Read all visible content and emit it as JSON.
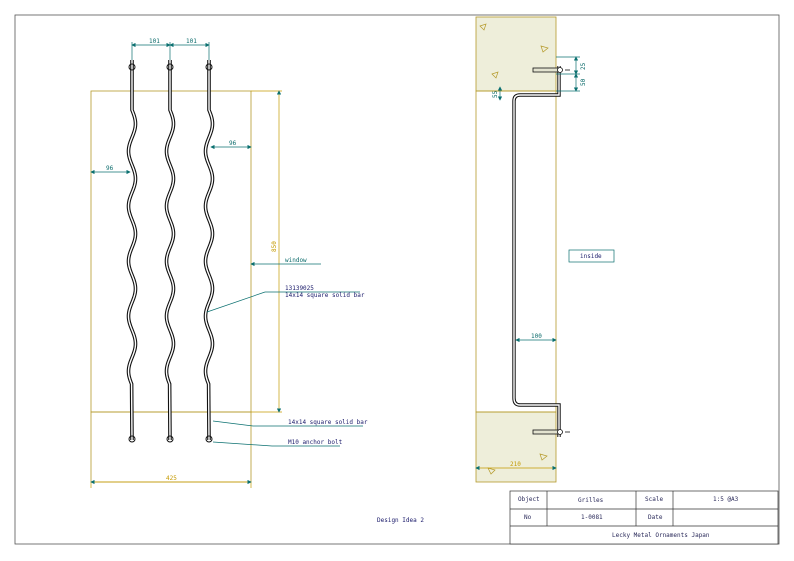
{
  "colors": {
    "outline": "#b59a2a",
    "dimension": "#0b7070",
    "bar": "#111111",
    "concrete": "#eeeeda",
    "text": "#1a1a6a"
  },
  "front_view": {
    "dim_spacing_left": "101",
    "dim_spacing_right": "101",
    "dim_margin_left": "96",
    "dim_margin_right": "96",
    "dim_height": "850",
    "dim_width": "425",
    "label_window": "window",
    "label_part_number": "13139025",
    "label_bar_1": "14x14 square solid bar",
    "label_bar_2": "14x14 square solid bar",
    "label_anchor": "M10 anchor bolt"
  },
  "side_view": {
    "dim_top_offset": "55",
    "dim_anchor_top": "25",
    "dim_anchor_right": "50",
    "dim_depth": "100",
    "dim_wall": "210",
    "label_inside": "inside"
  },
  "caption": "Design Idea 2",
  "title_block": {
    "object_label": "Object",
    "object_value": "Grilles",
    "scale_label": "Scale",
    "scale_value": "1:5 @A3",
    "no_label": "No",
    "no_value": "1-0081",
    "date_label": "Date",
    "date_value": "",
    "company": "Lecky Metal Ornaments Japan"
  }
}
